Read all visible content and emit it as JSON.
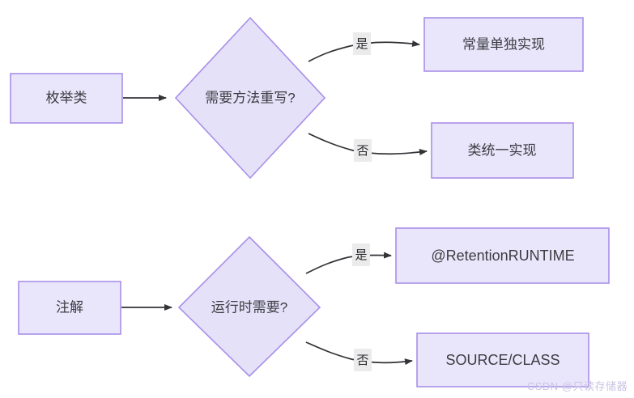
{
  "diagram": {
    "type": "flowchart",
    "title": "",
    "background_color": "#ffffff",
    "node_fill_color": "#e9e6fb",
    "node_border_color": "#a98fe8",
    "edge_color": "#333338",
    "edge_label_bg_color": "#ebebeb",
    "text_color": "#3c3c42",
    "charts": [
      {
        "id": "enum-flow",
        "start": {
          "label": "枚举类"
        },
        "decision": {
          "label": "需要方法重写?"
        },
        "branches": [
          {
            "edge_label": "是",
            "target": "常量单独实现"
          },
          {
            "edge_label": "否",
            "target": "类统一实现"
          }
        ]
      },
      {
        "id": "annotation-flow",
        "start": {
          "label": "注解"
        },
        "decision": {
          "label": "运行时需要?"
        },
        "branches": [
          {
            "edge_label": "是",
            "target": "@RetentionRUNTIME"
          },
          {
            "edge_label": "否",
            "target": "SOURCE/CLASS"
          }
        ]
      }
    ]
  },
  "watermark": {
    "text": "CSDN @只读存储器"
  }
}
